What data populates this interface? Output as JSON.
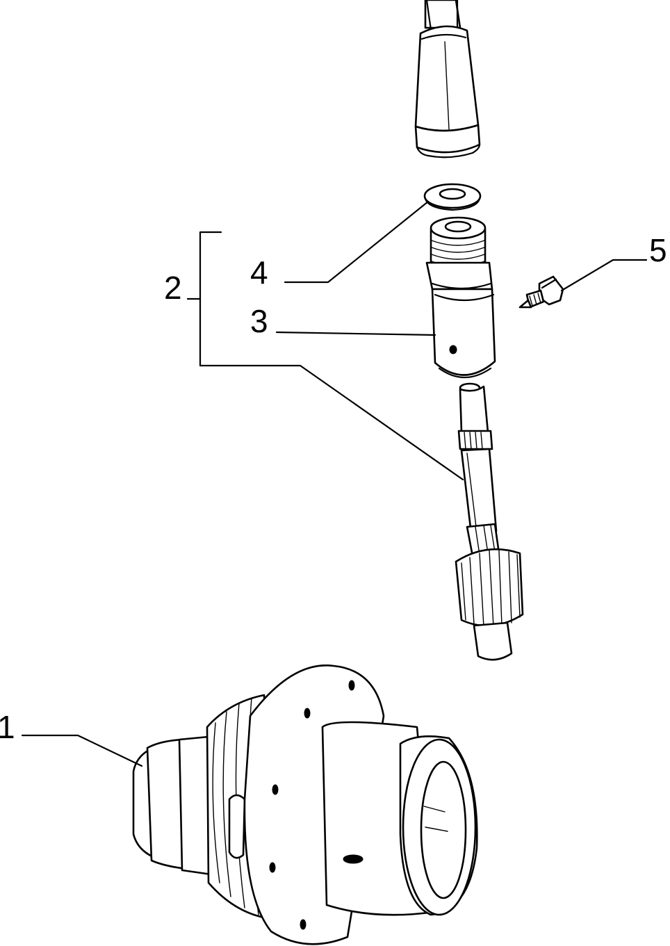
{
  "callouts": {
    "label_1": "1",
    "label_2": "2",
    "label_3": "3",
    "label_4": "4",
    "label_5": "5"
  },
  "colors": {
    "line": "#000000",
    "background": "#ffffff"
  }
}
